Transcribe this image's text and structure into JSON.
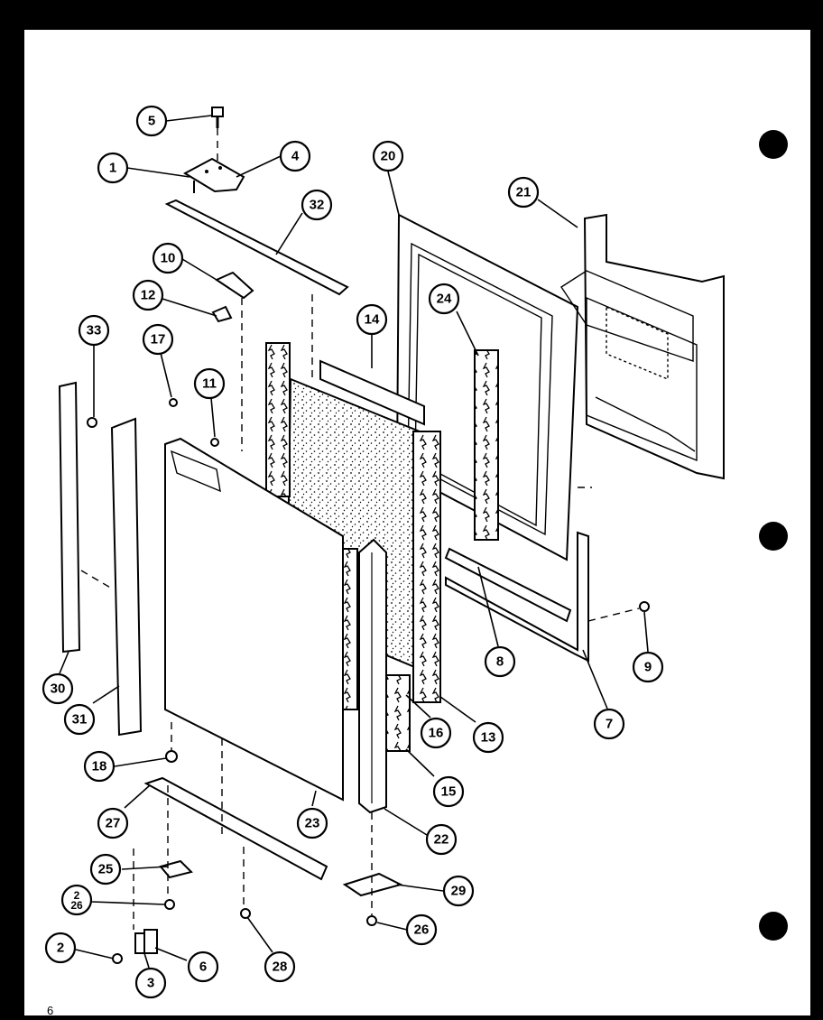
{
  "diagram": {
    "page_number": "6",
    "callouts": [
      "5",
      "1",
      "4",
      "32",
      "20",
      "21",
      "10",
      "12",
      "14",
      "24",
      "33",
      "17",
      "11",
      "30",
      "31",
      "8",
      "9",
      "7",
      "16",
      "13",
      "15",
      "18",
      "27",
      "23",
      "22",
      "25",
      "29",
      "2",
      "26",
      "28",
      "26",
      "2",
      "3",
      "6"
    ]
  }
}
